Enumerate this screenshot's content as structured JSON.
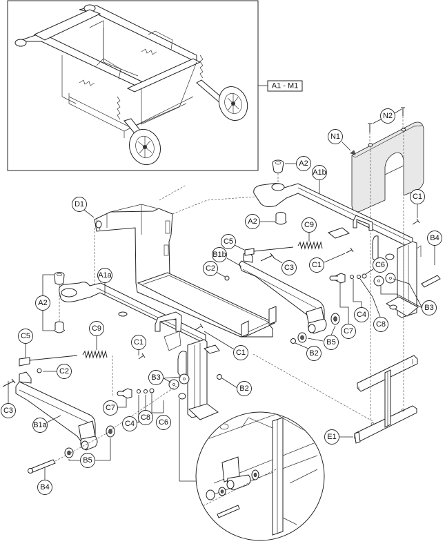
{
  "diagram": {
    "title_box_label": "A1 - M1",
    "callouts": {
      "N1": "N1",
      "N2": "N2",
      "A2_top": "A2",
      "A2_mid": "A2",
      "A2_left": "A2",
      "A1a": "A1a",
      "A1b": "A1b",
      "D1": "D1",
      "C1_right_top": "C1",
      "C1_mid": "C1",
      "C1_left": "C1",
      "C1_lower": "C1",
      "C9_right": "C9",
      "C9_left": "C9",
      "C5_right": "C5",
      "C5_left": "C5",
      "B1b": "B1b",
      "B1a": "B1a",
      "C2_right": "C2",
      "C2_left": "C2",
      "C3_right": "C3",
      "C3_left": "C3",
      "B4_right": "B4",
      "B4_left": "B4",
      "C6_right": "C6",
      "C6_left": "C6",
      "B3_right": "B3",
      "B3_left": "B3",
      "C4_right": "C4",
      "C4_left": "C4",
      "C7_right": "C7",
      "C7_left": "C7",
      "C8_right": "C8",
      "C8_left": "C8",
      "B5_right": "B5",
      "B5_left": "B5",
      "B2_right": "B2",
      "B2_left": "B2",
      "E1": "E1"
    },
    "components": [
      "overview-assembly-inset",
      "seat-cover-plate",
      "frame-arm-right",
      "frame-arm-left",
      "center-frame-battery-tray",
      "anti-tip-arm-right",
      "anti-tip-arm-left",
      "rear-frame-extension",
      "detail-magnifier-circle"
    ]
  }
}
